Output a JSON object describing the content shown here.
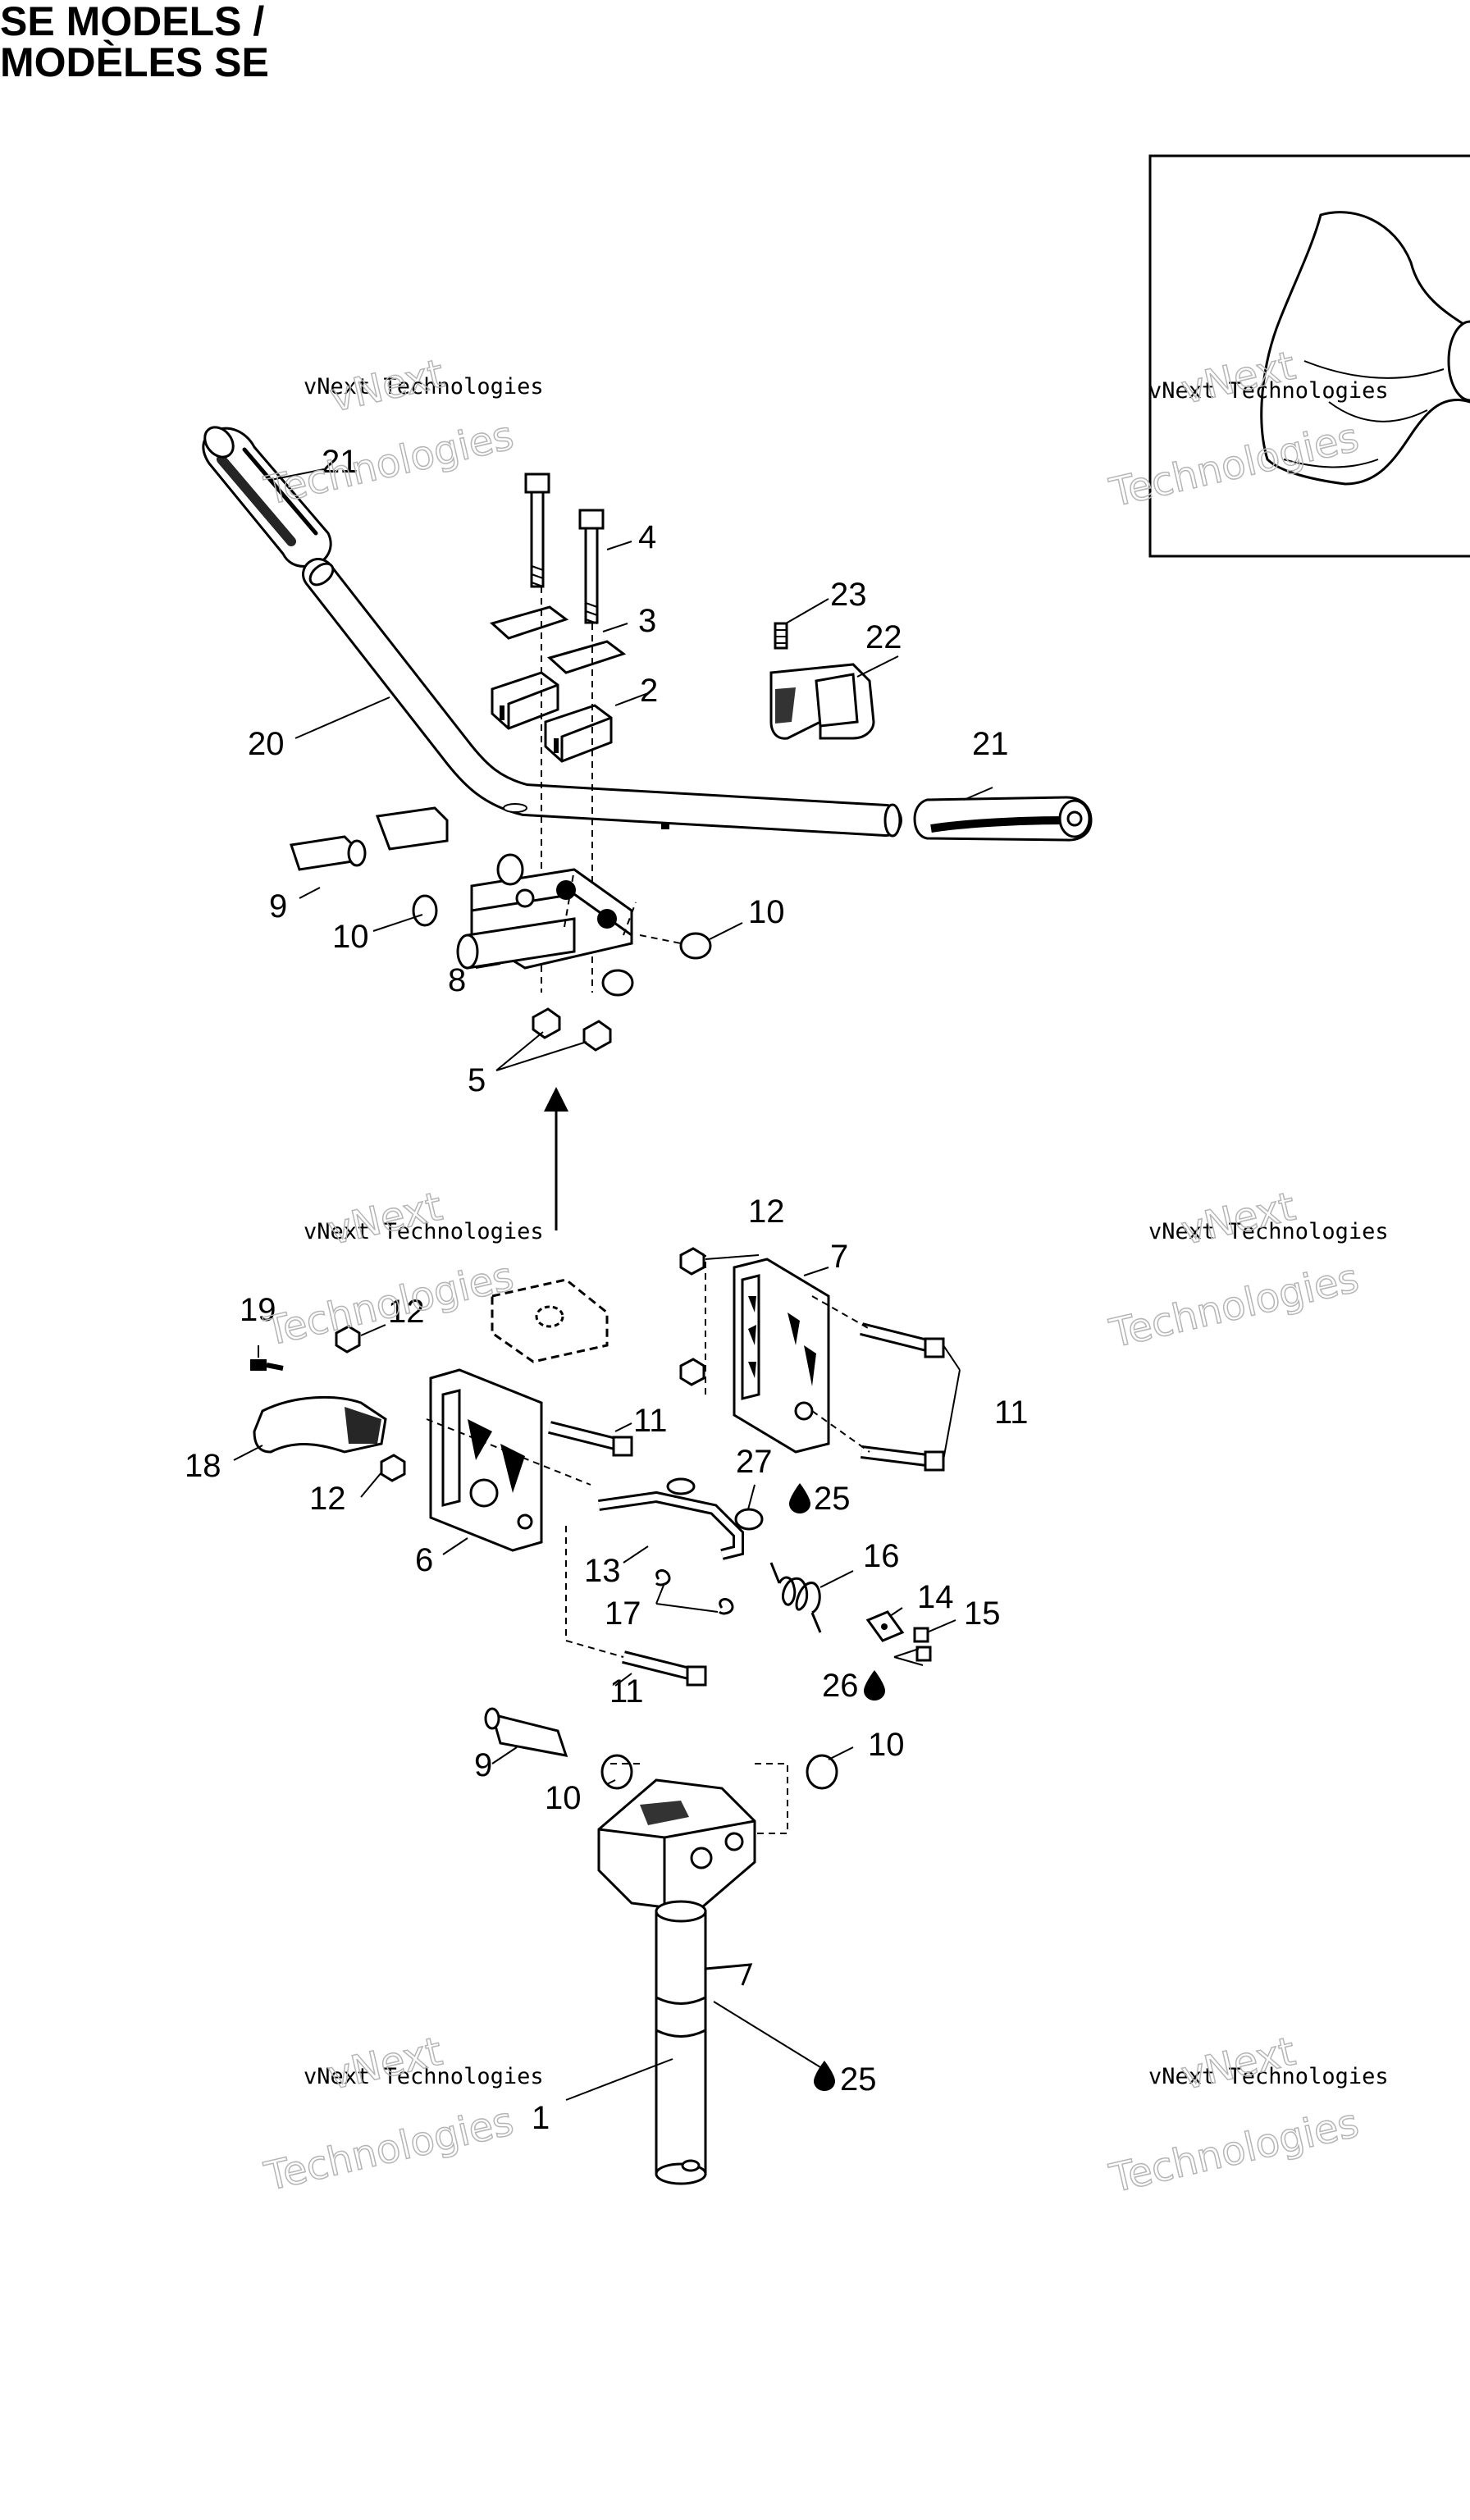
{
  "header": {
    "title_line1": "SE MODELS /",
    "title_line2": "MODÈLES SE"
  },
  "watermark": {
    "line1": "vNext Technologies",
    "line2_big": "vNext",
    "line3_big": "Technologies"
  },
  "callouts": [
    {
      "id": "c21a",
      "text": "21"
    },
    {
      "id": "c4",
      "text": "4"
    },
    {
      "id": "c3",
      "text": "3"
    },
    {
      "id": "c2",
      "text": "2"
    },
    {
      "id": "c23",
      "text": "23"
    },
    {
      "id": "c22",
      "text": "22"
    },
    {
      "id": "c21b",
      "text": "21"
    },
    {
      "id": "c20",
      "text": "20"
    },
    {
      "id": "c9a",
      "text": "9"
    },
    {
      "id": "c10a",
      "text": "10"
    },
    {
      "id": "c10b",
      "text": "10"
    },
    {
      "id": "c8",
      "text": "8"
    },
    {
      "id": "c5",
      "text": "5"
    },
    {
      "id": "c12a",
      "text": "12"
    },
    {
      "id": "c7",
      "text": "7"
    },
    {
      "id": "c19",
      "text": "19"
    },
    {
      "id": "c12b",
      "text": "12"
    },
    {
      "id": "c11a",
      "text": "11"
    },
    {
      "id": "c11b",
      "text": "11"
    },
    {
      "id": "c18",
      "text": "18"
    },
    {
      "id": "c12c",
      "text": "12"
    },
    {
      "id": "c27",
      "text": "27"
    },
    {
      "id": "c25a",
      "text": "25"
    },
    {
      "id": "c6",
      "text": "6"
    },
    {
      "id": "c13",
      "text": "13"
    },
    {
      "id": "c16",
      "text": "16"
    },
    {
      "id": "c14",
      "text": "14"
    },
    {
      "id": "c15",
      "text": "15"
    },
    {
      "id": "c17",
      "text": "17"
    },
    {
      "id": "c11c",
      "text": "11"
    },
    {
      "id": "c26",
      "text": "26"
    },
    {
      "id": "c9b",
      "text": "9"
    },
    {
      "id": "c10c",
      "text": "10"
    },
    {
      "id": "c10d",
      "text": "10"
    },
    {
      "id": "c1",
      "text": "1"
    },
    {
      "id": "c25b",
      "text": "25"
    }
  ]
}
